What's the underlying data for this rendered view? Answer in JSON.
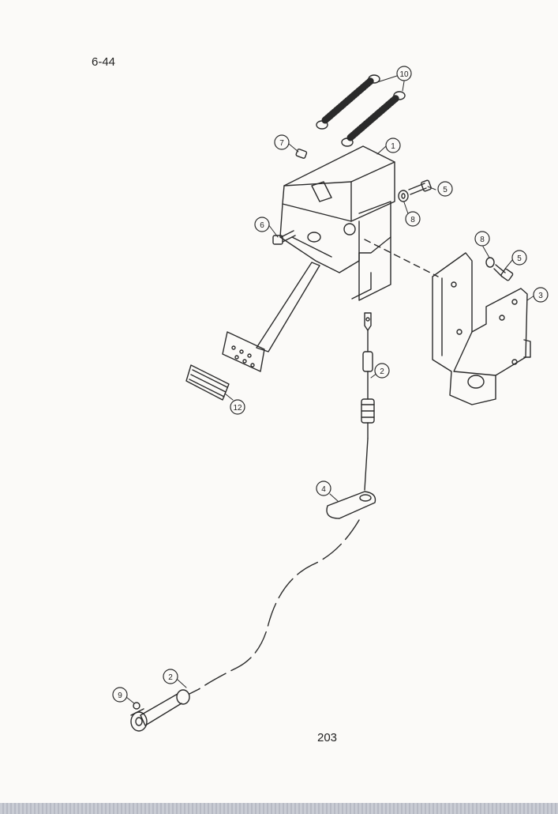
{
  "header": {
    "page_ref": "6-44"
  },
  "footer": {
    "page_number": "203"
  },
  "callouts": [
    {
      "id": "10",
      "label": "10"
    },
    {
      "id": "7",
      "label": "7"
    },
    {
      "id": "1",
      "label": "1"
    },
    {
      "id": "5a",
      "label": "5"
    },
    {
      "id": "8a",
      "label": "8"
    },
    {
      "id": "6",
      "label": "6"
    },
    {
      "id": "8b",
      "label": "8"
    },
    {
      "id": "5b",
      "label": "5"
    },
    {
      "id": "3",
      "label": "3"
    },
    {
      "id": "2a",
      "label": "2"
    },
    {
      "id": "12",
      "label": "12"
    },
    {
      "id": "4",
      "label": "4"
    },
    {
      "id": "2b",
      "label": "2"
    },
    {
      "id": "9",
      "label": "9"
    }
  ],
  "colors": {
    "ink": "#2a2a2a",
    "paper": "#fbfaf8"
  }
}
